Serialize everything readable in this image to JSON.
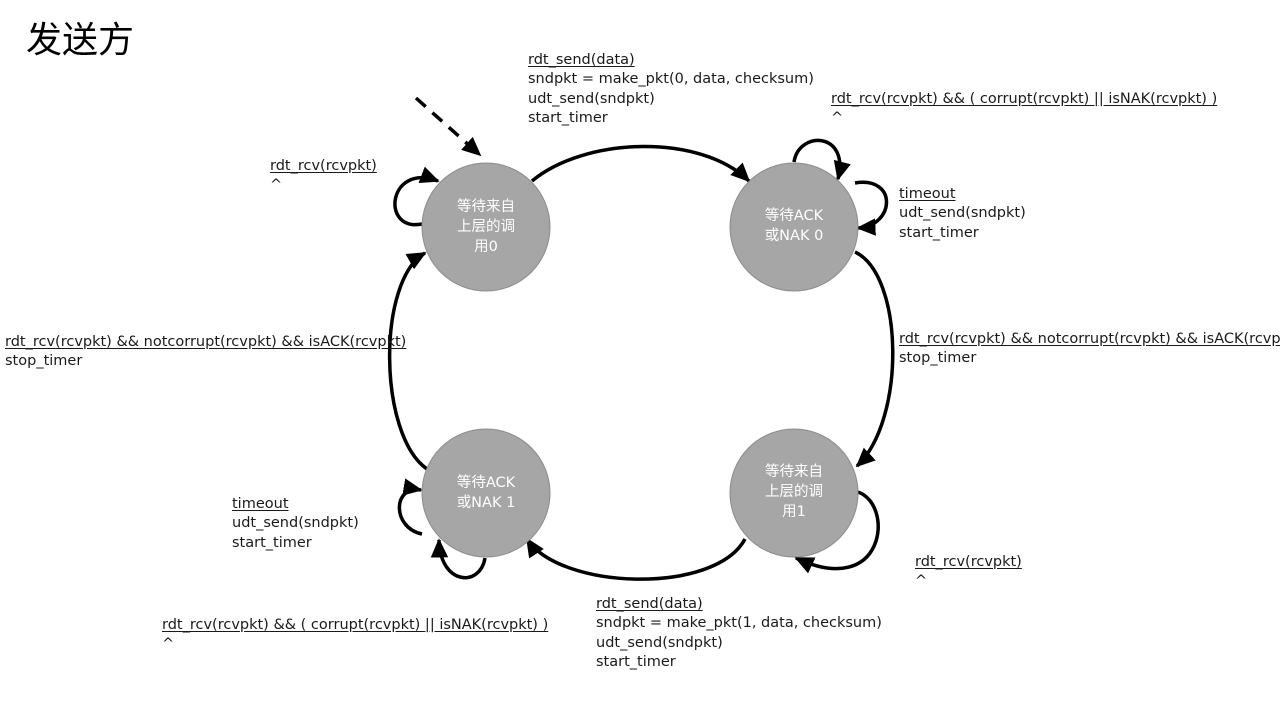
{
  "page_title": "发送方",
  "states": {
    "wait_call_0": {
      "lines": [
        "等待来自",
        "上层的调",
        "用0"
      ]
    },
    "wait_ack_0": {
      "lines": [
        "等待ACK",
        "或NAK 0"
      ]
    },
    "wait_ack_1": {
      "lines": [
        "等待ACK",
        "或NAK 1"
      ]
    },
    "wait_call_1": {
      "lines": [
        "等待来自",
        "上层的调",
        "用1"
      ]
    }
  },
  "transitions": {
    "send_0": {
      "event": "rdt_send(data)",
      "actions": [
        "sndpkt = make_pkt(0, data, checksum)",
        "udt_send(sndpkt)",
        "start_timer"
      ]
    },
    "self_call_0": {
      "event": "rdt_rcv(rcvpkt)",
      "actions": [
        "^"
      ]
    },
    "ack0_corrupt": {
      "event": "rdt_rcv(rcvpkt)  && ( corrupt(rcvpkt) || isNAK(rcvpkt) )",
      "actions": [
        "^"
      ]
    },
    "ack0_timeout": {
      "event": "timeout",
      "actions": [
        "udt_send(sndpkt)",
        "start_timer"
      ]
    },
    "ack0_ok": {
      "event": "rdt_rcv(rcvpkt)  && notcorrupt(rcvpkt)  && isACK(rcvpkt)",
      "actions": [
        "stop_timer"
      ]
    },
    "ack1_ok": {
      "event": "rdt_rcv(rcvpkt)  && notcorrupt(rcvpkt)  && isACK(rcvpkt)",
      "actions": [
        "stop_timer"
      ]
    },
    "ack1_timeout": {
      "event": "timeout",
      "actions": [
        "udt_send(sndpkt)",
        "start_timer"
      ]
    },
    "ack1_corrupt": {
      "event": "rdt_rcv(rcvpkt)  && ( corrupt(rcvpkt) || isNAK(rcvpkt) )",
      "actions": [
        "^"
      ]
    },
    "send_1": {
      "event": "rdt_send(data)",
      "actions": [
        "sndpkt = make_pkt(1, data, checksum)",
        "udt_send(sndpkt)",
        "start_timer"
      ]
    },
    "self_call_1": {
      "event": "rdt_rcv(rcvpkt)",
      "actions": [
        "^"
      ]
    }
  },
  "colors": {
    "state_fill": "#a6a6a6",
    "state_stroke": "#8c8c8c",
    "state_text": "#ffffff",
    "edge": "#000000"
  }
}
